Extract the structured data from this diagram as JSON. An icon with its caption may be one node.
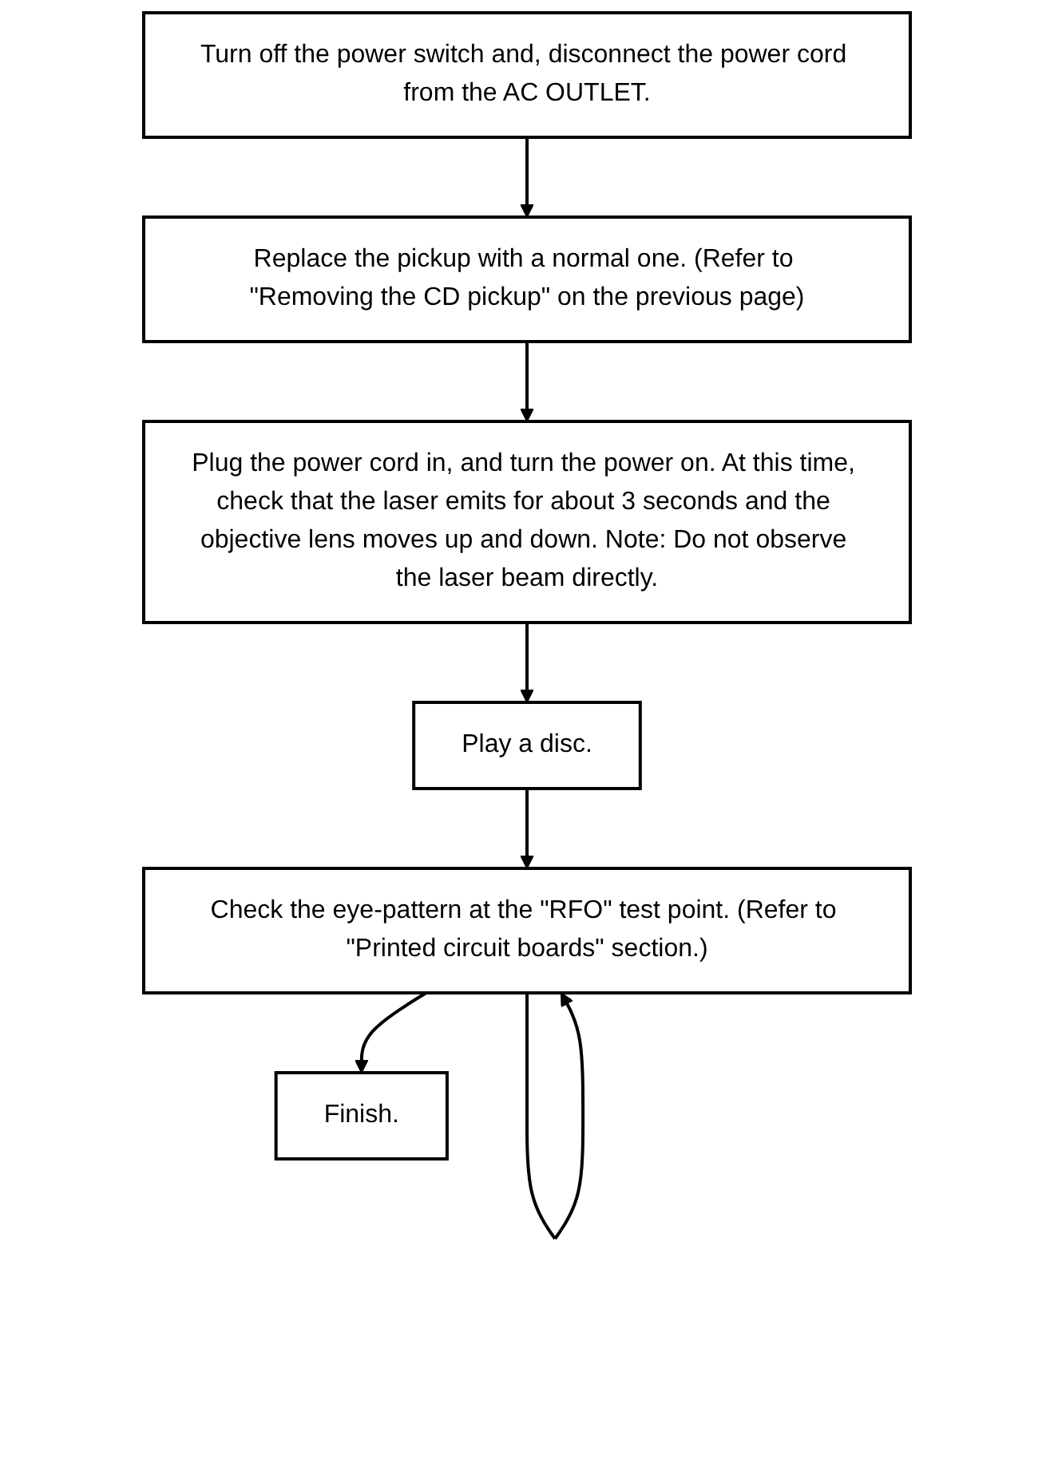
{
  "diagram": {
    "nodes": [
      {
        "text": [
          "Turn off the power switch and, disconnect the power cord from the AC OUTLET."
        ]
      },
      {
        "text": [
          "Replace the pickup with a normal one. (Refer to \"Removing the CD pickup\" on the previous page)"
        ]
      },
      {
        "text": [
          "Plug the power cord in, and turn the power on. At this time, check that the laser emits for about 3 seconds and the objective lens moves up and down. Note: Do not observe the laser beam directly."
        ]
      },
      {
        "text": [
          "Play a disc."
        ]
      },
      {
        "text": [
          "Check the eye-pattern at the \"RFO\" test point. (Refer to \"Printed circuit boards\" section.)"
        ]
      },
      {
        "text": [
          "Finish."
        ]
      }
    ],
    "edges": [
      {
        "from": 0,
        "to": 1,
        "arrow": "to"
      },
      {
        "from": 1,
        "to": 2,
        "arrow": "to"
      },
      {
        "from": 2,
        "to": 3,
        "arrow": "to"
      },
      {
        "from": 3,
        "to": 4,
        "arrow": "to"
      },
      {
        "from": 4,
        "to": 4,
        "arrow": "to"
      },
      {
        "from": 4,
        "to": 5,
        "arrow": "to"
      }
    ]
  }
}
